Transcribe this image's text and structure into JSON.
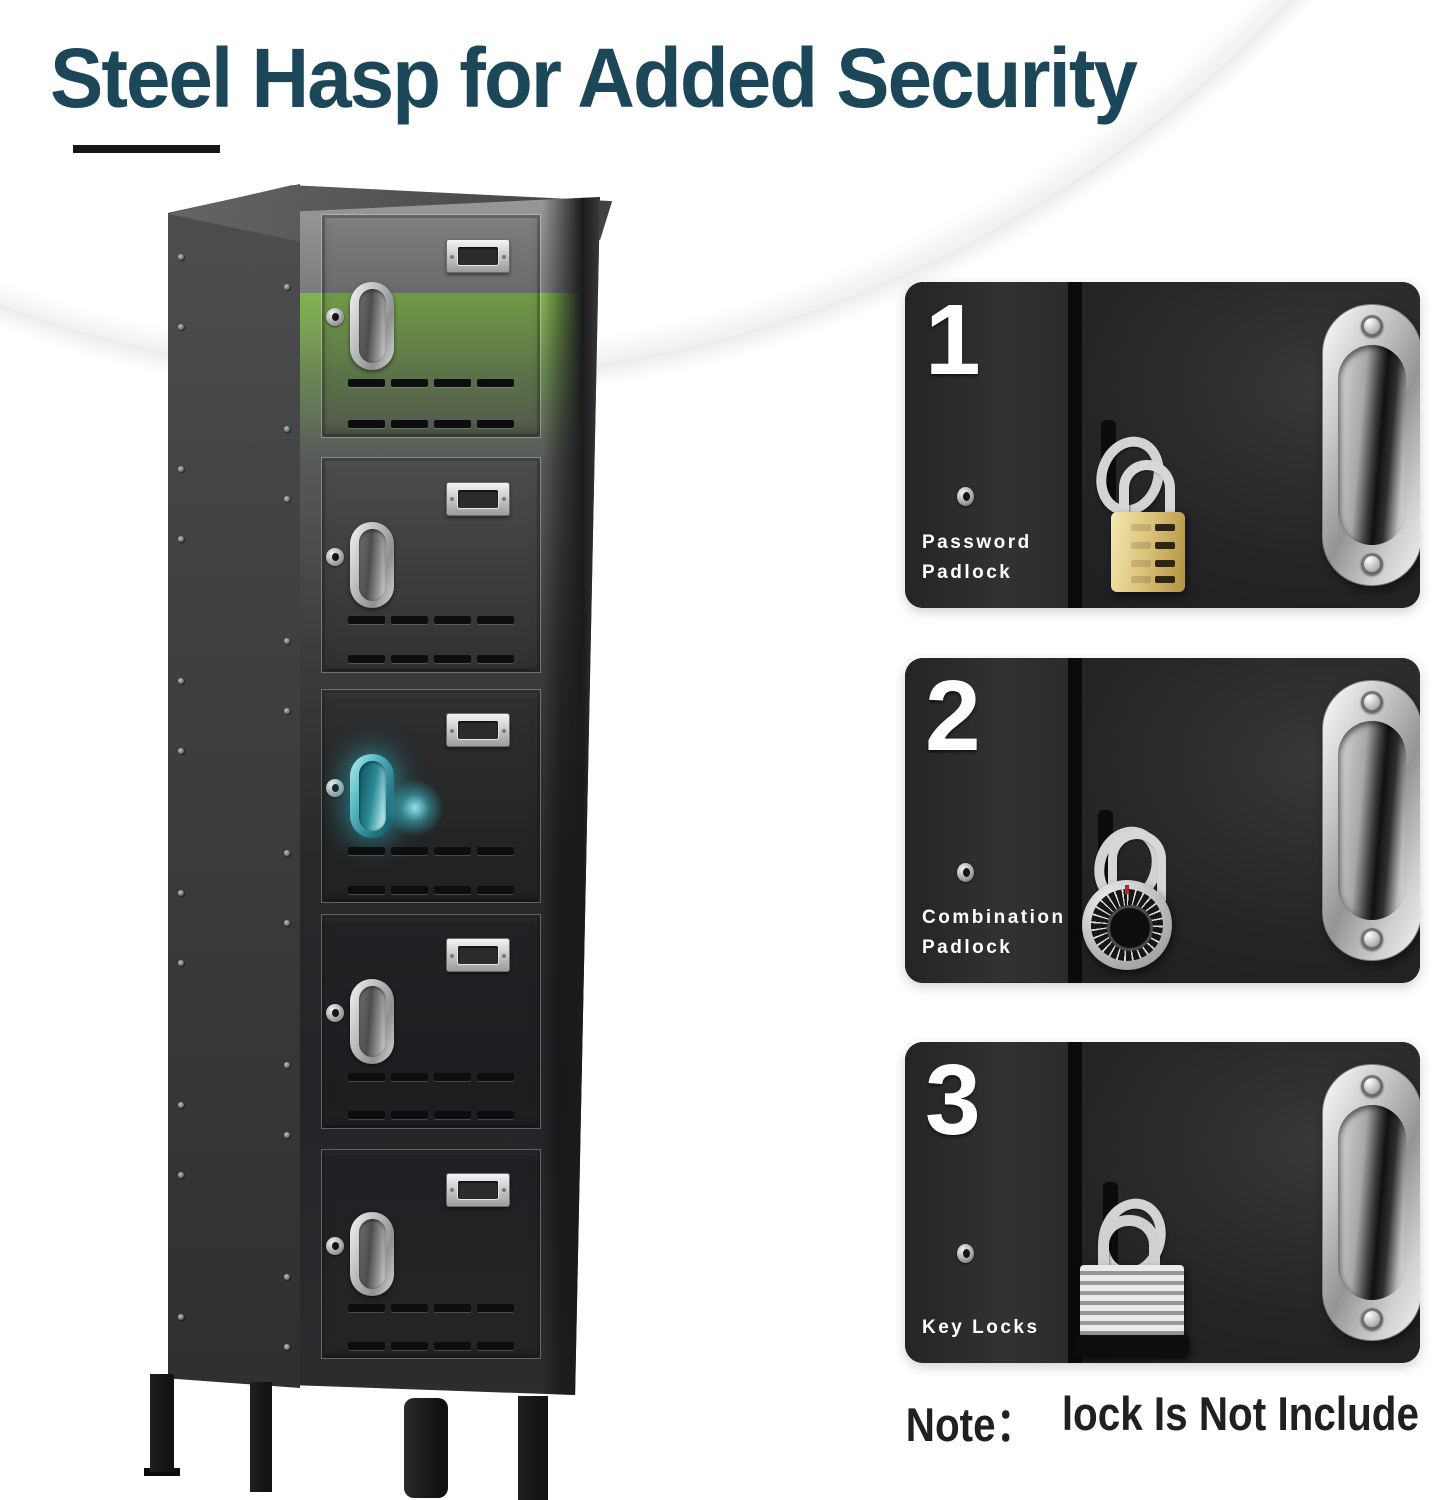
{
  "title": {
    "text": "Steel Hasp for Added Security",
    "color": "#1b4759"
  },
  "locker": {
    "description": "5-door single-column steel locker with nameplates, recessed handles and vent slots",
    "door_count": 5,
    "highlight_color": "#2fc7da"
  },
  "panels": [
    {
      "number": "1",
      "label_lines": [
        "Password",
        "Padlock"
      ],
      "lock_type": "password-padlock"
    },
    {
      "number": "2",
      "label_lines": [
        "Combination",
        "Padlock"
      ],
      "lock_type": "combination-padlock"
    },
    {
      "number": "3",
      "label_lines": [
        "Key Locks",
        ""
      ],
      "lock_type": "key-lock"
    }
  ],
  "note": {
    "label": "Note：",
    "text": "lock Is Not Include"
  },
  "colors": {
    "title_text": "#1b4759",
    "underline": "#161616",
    "panel_background": "#28282a",
    "glow_accent": "#2fc7da",
    "brass": "#ddc57c",
    "note_text": "#202022"
  }
}
